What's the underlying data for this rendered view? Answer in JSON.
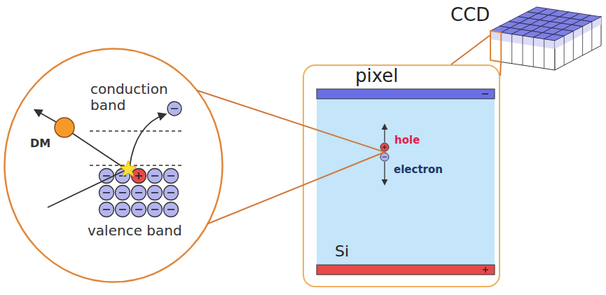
{
  "diagram": {
    "nodes": [
      {
        "text": [
          "conduction band",
          "valence band",
          "DM"
        ]
      },
      {
        "text": [
          "pixel",
          "hole",
          "electron",
          "Si"
        ]
      },
      {
        "text": [
          "CCD"
        ]
      }
    ],
    "edges": [
      {
        "from": 0,
        "to": 1,
        "arrow": "none"
      },
      {
        "from": 1,
        "to": 2,
        "arrow": "none"
      }
    ]
  }
}
